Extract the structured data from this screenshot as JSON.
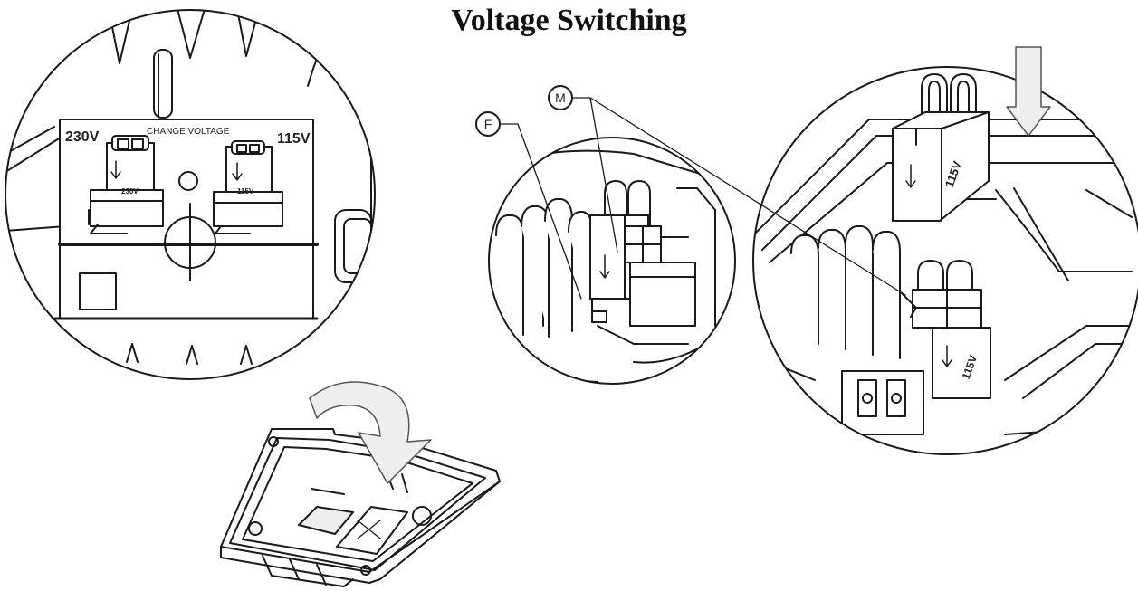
{
  "title": "Voltage Switching",
  "panel_left": {
    "label_left": "230V",
    "label_center": "CHANGE VOLTAGE",
    "label_right": "115V",
    "plug_left_label": "230V",
    "plug_right_label": "115V"
  },
  "callouts": {
    "f": "F",
    "m": "M"
  },
  "plug_labels": {
    "upper": "115V",
    "lower": "115V"
  },
  "colors": {
    "line": "#1a1a1a",
    "fill": "#ffffff",
    "shade": "#e9e9e9"
  }
}
